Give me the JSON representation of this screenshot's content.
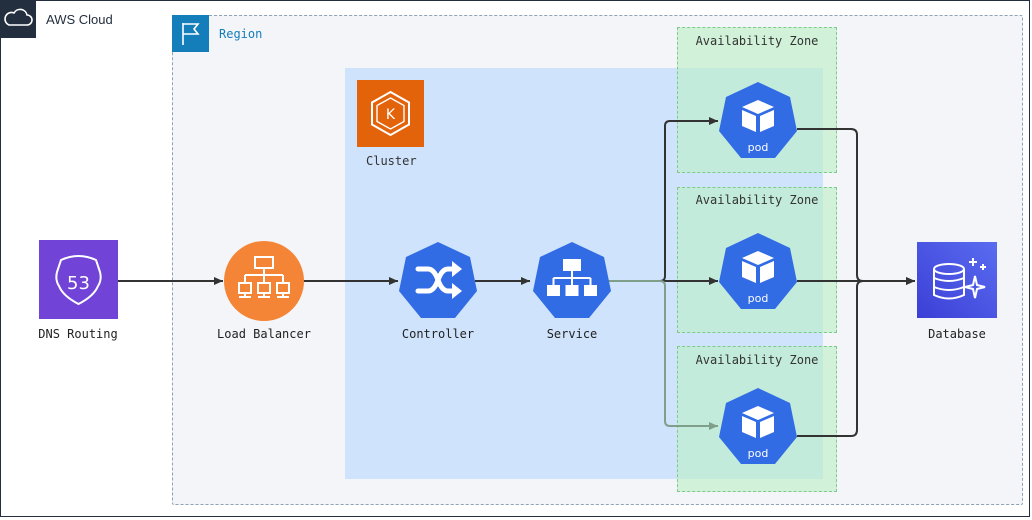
{
  "aws_cloud": {
    "title": "AWS Cloud",
    "border_color": "#232f3e"
  },
  "region": {
    "title": "Region",
    "accent": "#147eba"
  },
  "cluster": {
    "title": "Cluster",
    "accent": "#e3630b"
  },
  "availability_zones": [
    {
      "title": "Availability Zone"
    },
    {
      "title": "Availability Zone"
    },
    {
      "title": "Availability Zone"
    }
  ],
  "nodes": {
    "dns": {
      "label": "DNS Routing",
      "icon": "route53-icon",
      "color": "#7143d6"
    },
    "load_balancer": {
      "label": "Load Balancer",
      "icon": "load-balancer-icon",
      "color": "#f58536"
    },
    "controller": {
      "label": "Controller",
      "icon": "shuffle-icon",
      "color": "#326ce5"
    },
    "service": {
      "label": "Service",
      "icon": "hierarchy-icon",
      "color": "#326ce5"
    },
    "database": {
      "label": "Database",
      "icon": "database-icon",
      "color": "#4b4de6"
    }
  },
  "pods": [
    {
      "label": "pod"
    },
    {
      "label": "pod"
    },
    {
      "label": "pod"
    }
  ],
  "route53_number": "53",
  "cluster_letter": "K"
}
